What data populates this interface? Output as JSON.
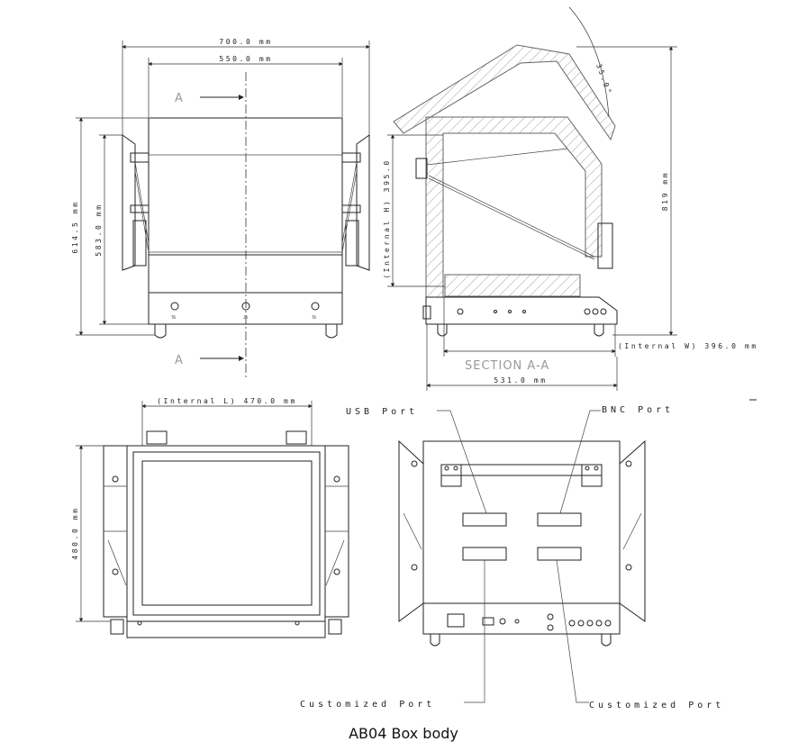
{
  "caption": "AB04 Box body",
  "front_view": {
    "dim_overall_width": "700.0 mm",
    "dim_inner_width": "550.0 mm",
    "dim_overall_height": "614.5 mm",
    "dim_body_height": "583.0 mm",
    "section_marker_top": "A",
    "section_marker_bottom": "A"
  },
  "section_view": {
    "section_label": "SECTION A-A",
    "dim_internal_height": "(Internal H) 395.0",
    "dim_overall_height": "819 mm",
    "dim_internal_width": "(Internal W) 396.0 mm",
    "dim_overall_depth": "531.0 mm",
    "lid_angle": "35.0°"
  },
  "top_view": {
    "dim_internal_length": "(Internal L) 470.0 mm",
    "dim_depth": "480.0 mm"
  },
  "rear_view": {
    "port_usb": "USB Port",
    "port_bnc": "BNC Port",
    "port_custom_left": "Customized Port",
    "port_custom_right": "Customized Port"
  }
}
